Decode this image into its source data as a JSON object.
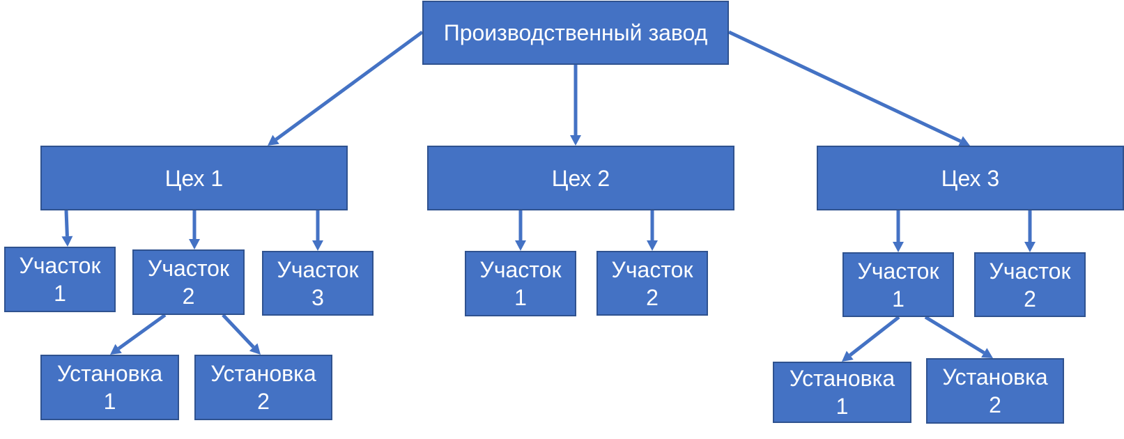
{
  "colors": {
    "node_fill": "#4472c4",
    "node_border": "#2f528f",
    "text": "#ffffff",
    "arrow": "#4472c4"
  },
  "nodes": {
    "plant": {
      "label": "Производственный завод"
    },
    "shop1": {
      "label": "Цех 1"
    },
    "shop2": {
      "label": "Цех 2"
    },
    "shop3": {
      "label": "Цех 3"
    },
    "s1_area1": {
      "line1": "Участок",
      "line2": "1"
    },
    "s1_area2": {
      "line1": "Участок",
      "line2": "2"
    },
    "s1_area3": {
      "line1": "Участок",
      "line2": "3"
    },
    "s2_area1": {
      "line1": "Участок",
      "line2": "1"
    },
    "s2_area2": {
      "line1": "Участок",
      "line2": "2"
    },
    "s3_area1": {
      "line1": "Участок",
      "line2": "1"
    },
    "s3_area2": {
      "line1": "Участок",
      "line2": "2"
    },
    "s1a2_unit1": {
      "line1": "Установка",
      "line2": "1"
    },
    "s1a2_unit2": {
      "line1": "Установка",
      "line2": "2"
    },
    "s3a1_unit1": {
      "line1": "Установка",
      "line2": "1"
    },
    "s3a1_unit2": {
      "line1": "Установка",
      "line2": "2"
    }
  },
  "edges": [
    [
      "plant",
      "shop1"
    ],
    [
      "plant",
      "shop2"
    ],
    [
      "plant",
      "shop3"
    ],
    [
      "shop1",
      "s1_area1"
    ],
    [
      "shop1",
      "s1_area2"
    ],
    [
      "shop1",
      "s1_area3"
    ],
    [
      "shop2",
      "s2_area1"
    ],
    [
      "shop2",
      "s2_area2"
    ],
    [
      "shop3",
      "s3_area1"
    ],
    [
      "shop3",
      "s3_area2"
    ],
    [
      "s1_area2",
      "s1a2_unit1"
    ],
    [
      "s1_area2",
      "s1a2_unit2"
    ],
    [
      "s3_area1",
      "s3a1_unit1"
    ],
    [
      "s3_area1",
      "s3a1_unit2"
    ]
  ]
}
